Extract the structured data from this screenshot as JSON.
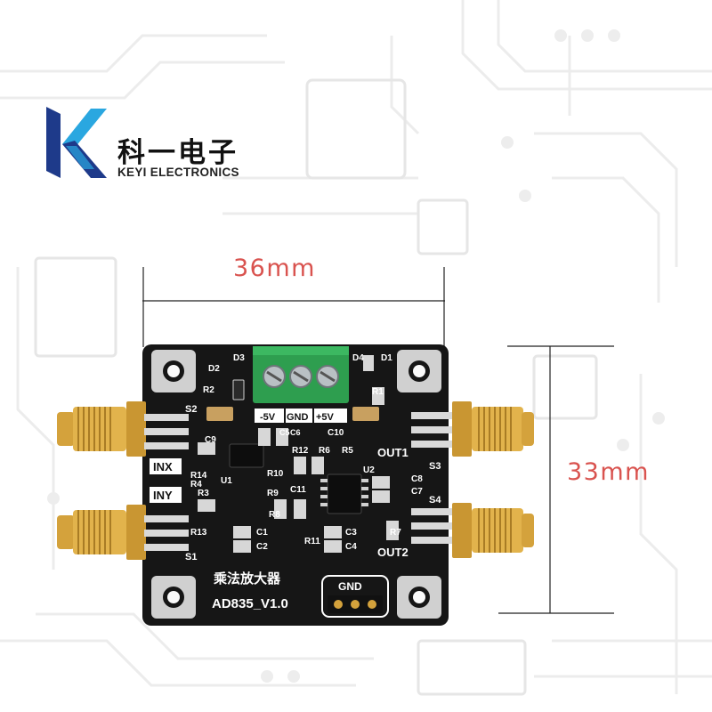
{
  "brand": {
    "name_cn": "科一电子",
    "name_en": "KEYI ELECTRONICS",
    "colors": {
      "blue": "#2aa7e0",
      "navy": "#1e3a8a",
      "red": "#d9534f"
    }
  },
  "dimensions": {
    "width_label": "36mm",
    "height_label": "33mm"
  },
  "board": {
    "title_cn": "乘法放大器",
    "model": "AD835_V1.0",
    "power_labels": {
      "minus": "-5V",
      "gnd": "GND",
      "plus": "+5V"
    },
    "ports": {
      "inx": "INX",
      "iny": "INY",
      "out1": "OUT1",
      "out2": "OUT2"
    },
    "switches": {
      "s1": "S1",
      "s2": "S2",
      "s3": "S3",
      "s4": "S4"
    },
    "gnd_header": "GND",
    "chips": {
      "u1": "U1",
      "u2": "U2"
    },
    "components": {
      "d1": "D1",
      "d2": "D2",
      "d3": "D3",
      "d4": "D4",
      "r1": "R1",
      "r2": "R2",
      "r3": "R3",
      "r4": "R4",
      "r5": "R5",
      "r6": "R6",
      "r7": "R7",
      "r8": "R8",
      "r9": "R9",
      "r10": "R10",
      "r11": "R11",
      "r12": "R12",
      "r13": "R13",
      "r14": "R14",
      "c1": "C1",
      "c2": "C2",
      "c3": "C3",
      "c4": "C4",
      "c5": "C5",
      "c6": "C6",
      "c7": "C7",
      "c8": "C8",
      "c9": "C9",
      "c10": "C10",
      "c11": "C11"
    },
    "colors": {
      "pcb": "#161616",
      "terminal": "#2e9e4f",
      "gold": "#d4a23c",
      "pad": "#cfcfcf"
    }
  }
}
